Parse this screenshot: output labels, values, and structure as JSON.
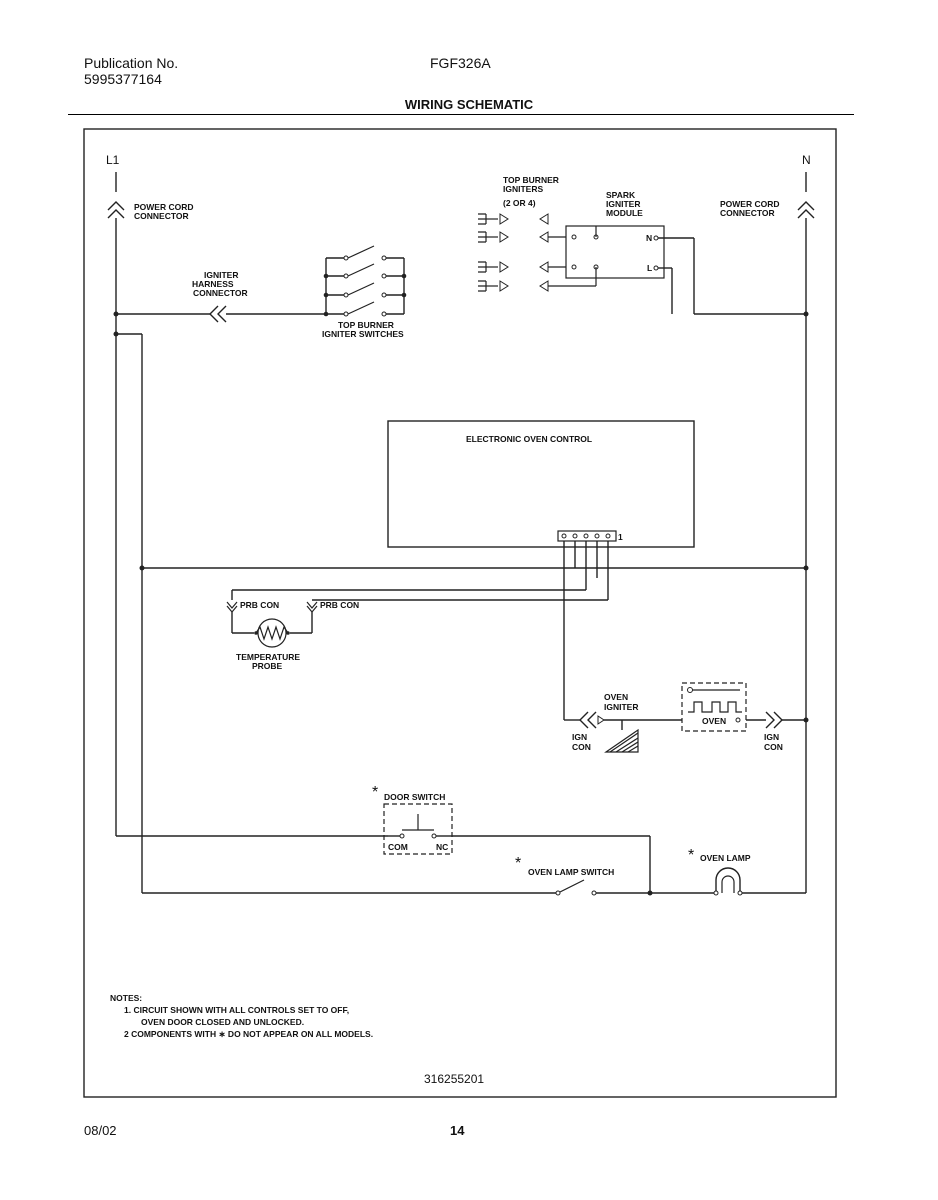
{
  "header": {
    "publication_label": "Publication No.",
    "publication_number": "5995377164",
    "model": "FGF326A",
    "title": "WIRING SCHEMATIC"
  },
  "footer": {
    "date": "08/02",
    "page": "14"
  },
  "diagram": {
    "line_l1": "L1",
    "line_n": "N",
    "power_cord_connector_left": [
      "POWER CORD",
      "CONNECTOR"
    ],
    "power_cord_connector_right": [
      "POWER CORD",
      "CONNECTOR"
    ],
    "igniter_harness_connector": [
      "IGNITER",
      "HARNESS",
      "CONNECTOR"
    ],
    "top_burner_igniter_switches": [
      "TOP BURNER",
      "IGNITER SWITCHES"
    ],
    "top_burner_igniters": [
      "TOP BURNER",
      "IGNITERS",
      "(2 OR 4)"
    ],
    "spark_igniter_module": [
      "SPARK",
      "IGNITER",
      "MODULE"
    ],
    "module_terminal_n": "N",
    "module_terminal_l": "L",
    "electronic_oven_control": "ELECTRONIC OVEN CONTROL",
    "prb_con_left": "PRB CON",
    "prb_con_right": "PRB CON",
    "temperature_probe": [
      "TEMPERATURE",
      "PROBE"
    ],
    "oven_igniter": [
      "OVEN",
      "IGNITER"
    ],
    "ign_con_left": [
      "IGN",
      "CON"
    ],
    "ign_con_right": [
      "IGN",
      "CON"
    ],
    "oven_valve": "OVEN",
    "door_switch": "DOOR SWITCH",
    "door_switch_com": "COM",
    "door_switch_nc": "NC",
    "oven_lamp_switch": "OVEN LAMP SWITCH",
    "oven_lamp": "OVEN LAMP",
    "asterisk": "*",
    "notes_title": "NOTES:",
    "notes": [
      "1. CIRCUIT SHOWN WITH ALL CONTROLS SET TO OFF,",
      "OVEN DOOR CLOSED AND UNLOCKED.",
      "2 COMPONENTS WITH ∗ DO NOT APPEAR ON ALL MODELS."
    ],
    "drawing_number": "316255201"
  }
}
